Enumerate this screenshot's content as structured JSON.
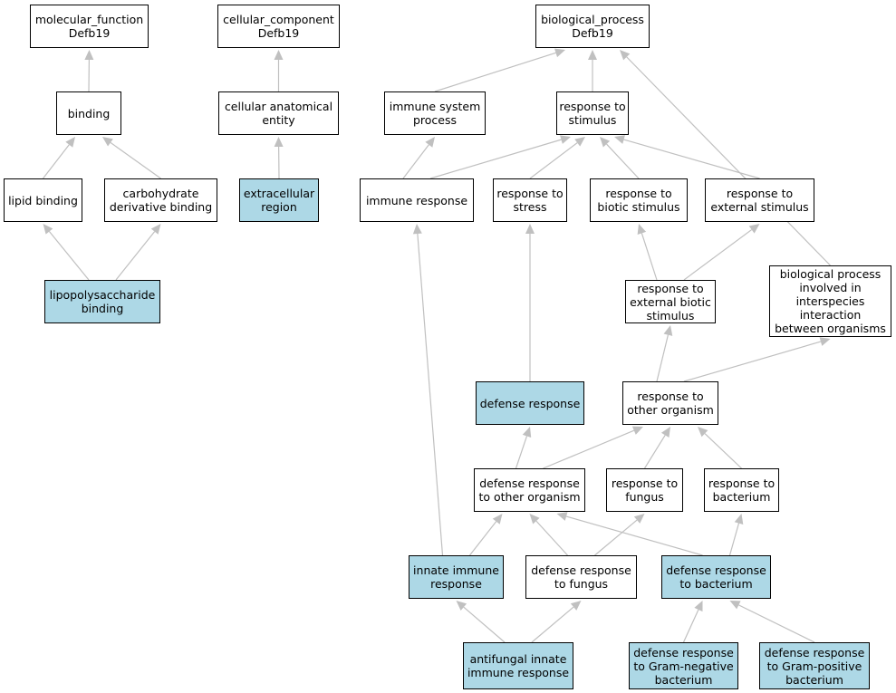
{
  "graph": {
    "nodes": [
      {
        "id": "mf",
        "label": "molecular_function\nDefb19",
        "highlighted": false
      },
      {
        "id": "binding",
        "label": "binding",
        "highlighted": false
      },
      {
        "id": "lipid_binding",
        "label": "lipid binding",
        "highlighted": false
      },
      {
        "id": "carb_binding",
        "label": "carbohydrate\nderivative binding",
        "highlighted": false
      },
      {
        "id": "lps_binding",
        "label": "lipopolysaccharide\nbinding",
        "highlighted": true
      },
      {
        "id": "cc",
        "label": "cellular_component\nDefb19",
        "highlighted": false
      },
      {
        "id": "cae",
        "label": "cellular anatomical\nentity",
        "highlighted": false
      },
      {
        "id": "extracellular",
        "label": "extracellular\nregion",
        "highlighted": true
      },
      {
        "id": "bp",
        "label": "biological_process\nDefb19",
        "highlighted": false
      },
      {
        "id": "isp",
        "label": "immune system\nprocess",
        "highlighted": false
      },
      {
        "id": "rts",
        "label": "response to\nstimulus",
        "highlighted": false
      },
      {
        "id": "immune_response",
        "label": "immune response",
        "highlighted": false
      },
      {
        "id": "rt_stress",
        "label": "response to\nstress",
        "highlighted": false
      },
      {
        "id": "rt_biotic",
        "label": "response to\nbiotic stimulus",
        "highlighted": false
      },
      {
        "id": "rt_external",
        "label": "response to\nexternal stimulus",
        "highlighted": false
      },
      {
        "id": "rt_ext_biotic",
        "label": "response to\nexternal biotic\nstimulus",
        "highlighted": false
      },
      {
        "id": "bp_interspecies",
        "label": "biological process\ninvolved in\ninterspecies\ninteraction\nbetween organisms",
        "highlighted": false
      },
      {
        "id": "defense_response",
        "label": "defense response",
        "highlighted": true
      },
      {
        "id": "rt_other_org",
        "label": "response to\nother organism",
        "highlighted": false
      },
      {
        "id": "dr_other_org",
        "label": "defense response\nto other organism",
        "highlighted": false
      },
      {
        "id": "rt_fungus",
        "label": "response to\nfungus",
        "highlighted": false
      },
      {
        "id": "rt_bacterium",
        "label": "response to\nbacterium",
        "highlighted": false
      },
      {
        "id": "innate_immune",
        "label": "innate immune\nresponse",
        "highlighted": true
      },
      {
        "id": "dr_fungus",
        "label": "defense response\nto fungus",
        "highlighted": false
      },
      {
        "id": "dr_bacterium",
        "label": "defense response\nto bacterium",
        "highlighted": true
      },
      {
        "id": "antifungal",
        "label": "antifungal innate\nimmune response",
        "highlighted": true
      },
      {
        "id": "dr_gram_neg",
        "label": "defense response\nto Gram-negative\nbacterium",
        "highlighted": true
      },
      {
        "id": "dr_gram_pos",
        "label": "defense response\nto Gram-positive\nbacterium",
        "highlighted": true
      }
    ],
    "edges": [
      {
        "from": "binding",
        "to": "mf"
      },
      {
        "from": "lipid_binding",
        "to": "binding"
      },
      {
        "from": "carb_binding",
        "to": "binding"
      },
      {
        "from": "lps_binding",
        "to": "lipid_binding"
      },
      {
        "from": "lps_binding",
        "to": "carb_binding"
      },
      {
        "from": "cae",
        "to": "cc"
      },
      {
        "from": "extracellular",
        "to": "cae"
      },
      {
        "from": "isp",
        "to": "bp"
      },
      {
        "from": "rts",
        "to": "bp"
      },
      {
        "from": "bp_interspecies",
        "to": "bp"
      },
      {
        "from": "immune_response",
        "to": "isp"
      },
      {
        "from": "immune_response",
        "to": "rts"
      },
      {
        "from": "rt_stress",
        "to": "rts"
      },
      {
        "from": "rt_biotic",
        "to": "rts"
      },
      {
        "from": "rt_external",
        "to": "rts"
      },
      {
        "from": "rt_ext_biotic",
        "to": "rt_biotic"
      },
      {
        "from": "rt_ext_biotic",
        "to": "rt_external"
      },
      {
        "from": "defense_response",
        "to": "rt_stress"
      },
      {
        "from": "rt_other_org",
        "to": "rt_ext_biotic"
      },
      {
        "from": "rt_other_org",
        "to": "bp_interspecies"
      },
      {
        "from": "dr_other_org",
        "to": "defense_response"
      },
      {
        "from": "dr_other_org",
        "to": "rt_other_org"
      },
      {
        "from": "rt_fungus",
        "to": "rt_other_org"
      },
      {
        "from": "rt_bacterium",
        "to": "rt_other_org"
      },
      {
        "from": "innate_immune",
        "to": "immune_response"
      },
      {
        "from": "innate_immune",
        "to": "dr_other_org"
      },
      {
        "from": "dr_fungus",
        "to": "dr_other_org"
      },
      {
        "from": "dr_fungus",
        "to": "rt_fungus"
      },
      {
        "from": "dr_bacterium",
        "to": "dr_other_org"
      },
      {
        "from": "dr_bacterium",
        "to": "rt_bacterium"
      },
      {
        "from": "antifungal",
        "to": "innate_immune"
      },
      {
        "from": "antifungal",
        "to": "dr_fungus"
      },
      {
        "from": "dr_gram_neg",
        "to": "dr_bacterium"
      },
      {
        "from": "dr_gram_pos",
        "to": "dr_bacterium"
      }
    ]
  },
  "colors": {
    "highlight_fill": "#add8e6",
    "node_fill": "#ffffff",
    "node_border": "#000000",
    "edge": "#c0c0c0"
  }
}
